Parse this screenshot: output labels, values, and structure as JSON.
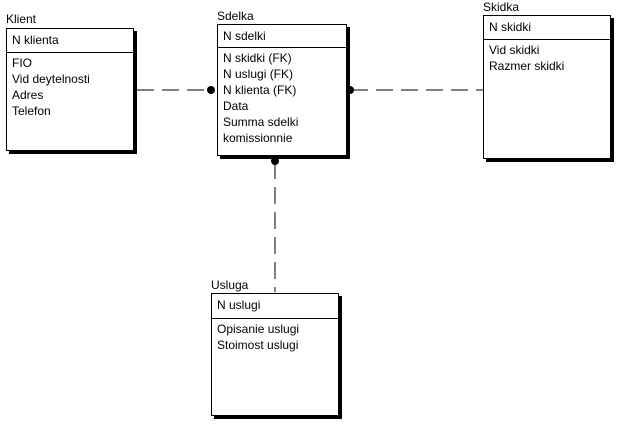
{
  "entities": {
    "klient": {
      "name": "Klient",
      "key": "N klienta",
      "attributes": [
        "FIO",
        "Vid deytelnosti",
        "Adres",
        "Telefon"
      ]
    },
    "sdelka": {
      "name": "Sdelka",
      "key": "N sdelki",
      "attributes": [
        "N skidki (FK)",
        "N uslugi (FK)",
        "N klienta (FK)",
        "Data",
        "Summa sdelki",
        "komissionnie"
      ]
    },
    "skidka": {
      "name": "Skidka",
      "key": "N skidki",
      "attributes": [
        "Vid skidki",
        "Razmer skidki"
      ]
    },
    "usluga": {
      "name": "Usluga",
      "key": "N uslugi",
      "attributes": [
        "Opisanie uslugi",
        "Stoimost uslugi"
      ]
    }
  },
  "colors": {
    "line": "#000000",
    "box_border": "#000000",
    "background": "#ffffff"
  }
}
